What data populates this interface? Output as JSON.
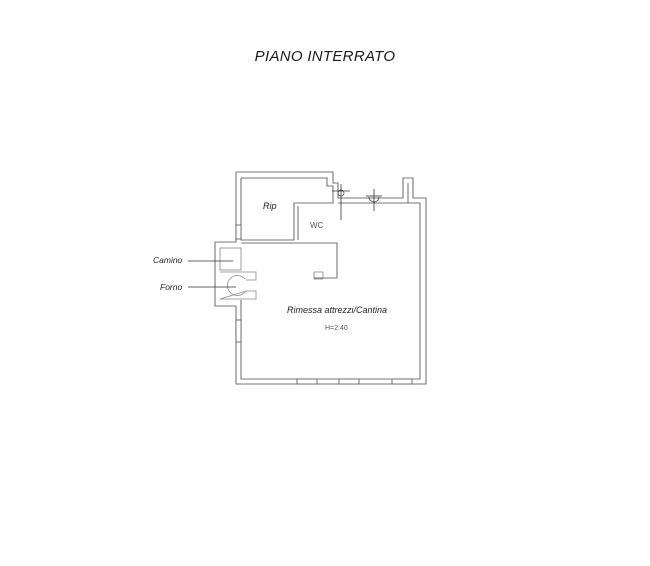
{
  "title": "PIANO INTERRATO",
  "rooms": {
    "rip": {
      "label": "Rip"
    },
    "wc": {
      "label": "WC"
    },
    "rimessa": {
      "label": "Rimessa attrezzi/Cantina",
      "height_note": "H=2.40"
    }
  },
  "callouts": {
    "camino": "Camino",
    "forno": "Forno"
  },
  "colors": {
    "wall": "#777777",
    "text": "#222222",
    "background": "#ffffff"
  }
}
